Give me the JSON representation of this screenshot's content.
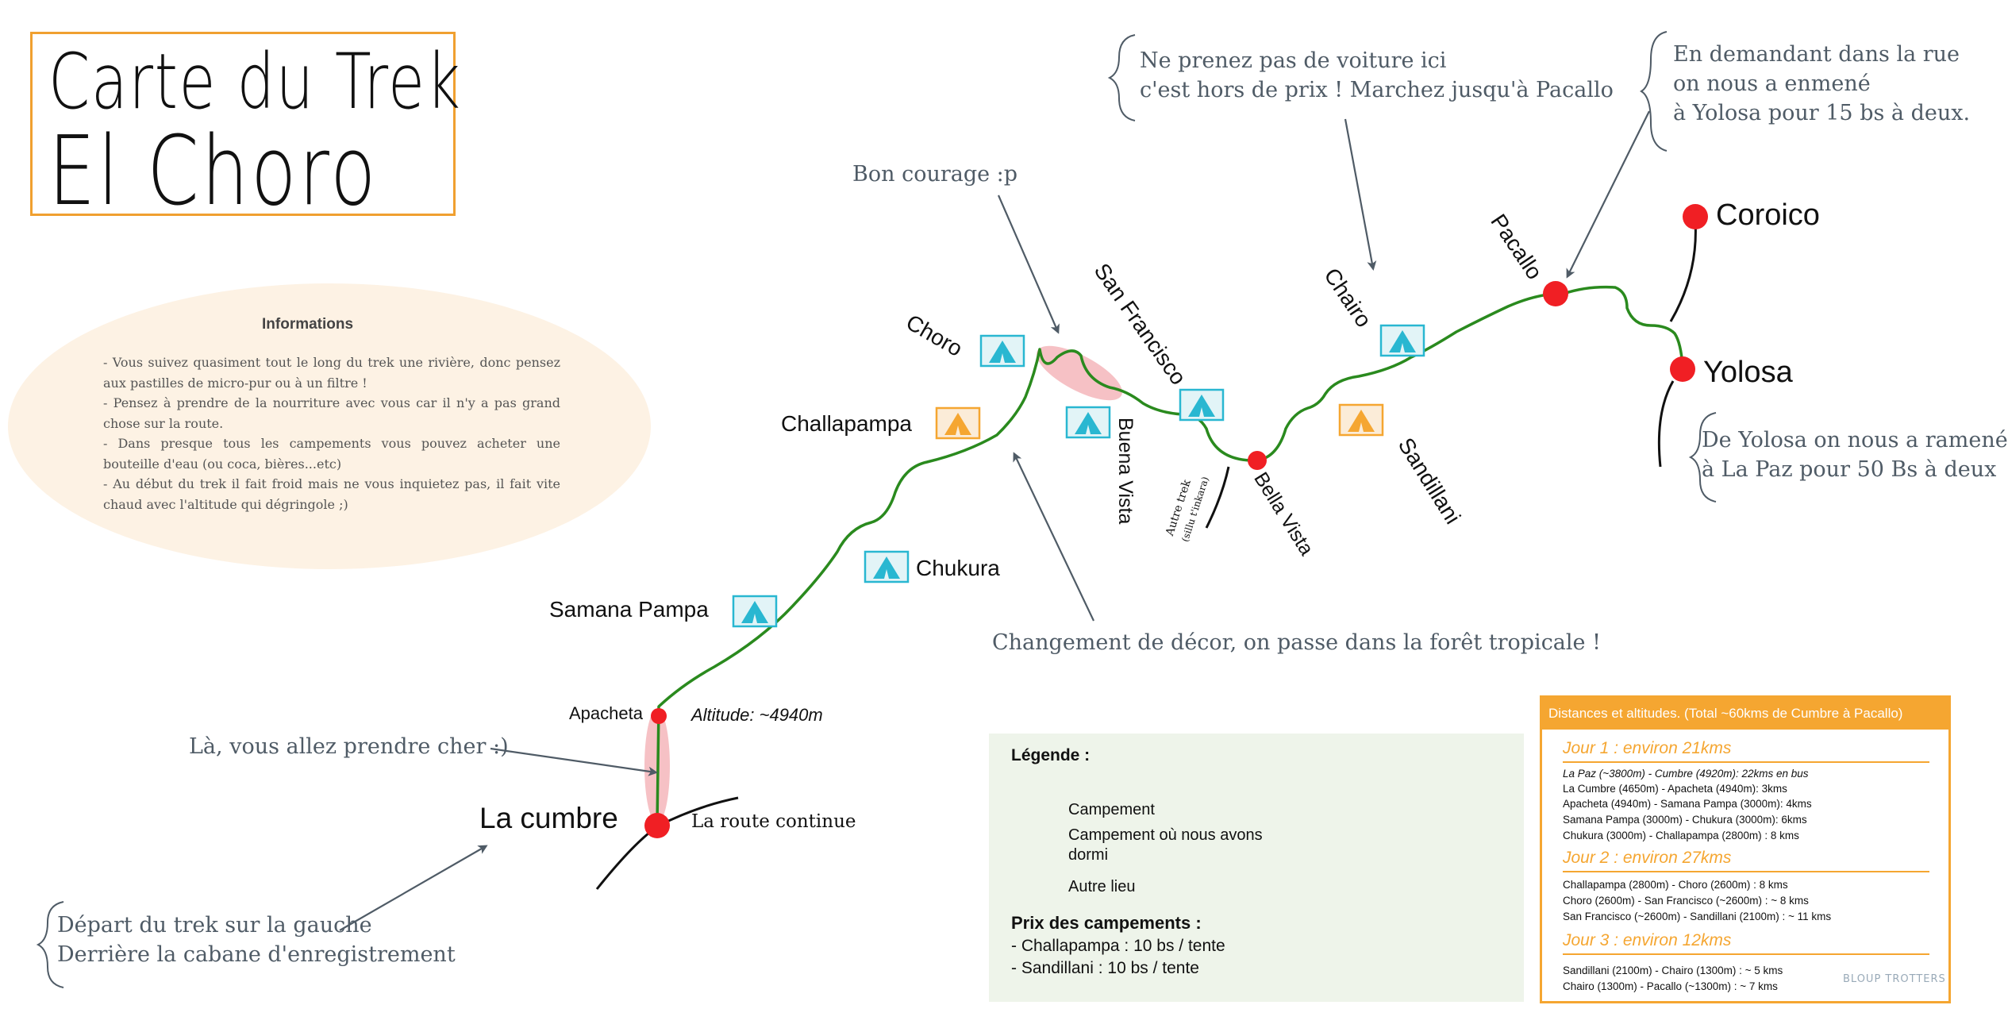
{
  "title": {
    "line1": "Carte du Trek",
    "line2": "El Choro"
  },
  "colors": {
    "route": "#2a8a1e",
    "place_dot": "#f01f24",
    "camp_blue": "#29b7d1",
    "camp_orange": "#f5a631",
    "legend_bg": "#eef4ea",
    "accent": "#f5a631"
  },
  "info": {
    "title": "Informations",
    "lines": [
      "- Vous suivez quasiment tout le long du trek une rivière, donc pensez aux pastilles de micro-pur ou à un filtre !",
      "- Pensez à prendre de la nourriture avec vous car il n'y a pas grand chose sur la route.",
      "- Dans presque tous les campements vous pouvez acheter une bouteille d'eau (ou coca, bières...etc)",
      "- Au début du trek il fait froid mais ne vous inquietez pas, il fait vite chaud avec l'altitude qui dégringole ;)"
    ]
  },
  "places": {
    "la_cumbre": "La cumbre",
    "apacheta": "Apacheta",
    "altitude": "Altitude: ~4940m",
    "route_continue": "La route continue",
    "samana_pampa": "Samana Pampa",
    "chukura": "Chukura",
    "challapampa": "Challapampa",
    "choro": "Choro",
    "buena_vista": "Buena Vista",
    "san_francisco": "San Francisco",
    "bella_vista": "Bella Vista",
    "autre_trek": "Autre trek",
    "autre_trek_sub": "(sillu t'inkara)",
    "chairo": "Chairo",
    "sandillani": "Sandillani",
    "pacallo": "Pacallo",
    "coroico": "Coroico",
    "yolosa": "Yolosa"
  },
  "notes": {
    "bon_courage": "Bon courage :p",
    "voiture": [
      "Ne prenez pas de voiture ici",
      "c'est hors de prix ! Marchez jusqu'à Pacallo"
    ],
    "demandant": [
      "En demandant dans la rue",
      "on nous a enmené",
      "à Yolosa pour 15 bs à deux."
    ],
    "yolosa_retour": [
      "De Yolosa on nous a ramené",
      "à La Paz pour 50 Bs à deux"
    ],
    "decor": "Changement de décor, on passe dans la forêt tropicale !",
    "prendre_cher": "Là, vous allez prendre cher :)",
    "depart": [
      "Départ du trek sur la gauche",
      "Derrière la cabane d'enregistrement"
    ]
  },
  "legend": {
    "title": "Légende :",
    "camp": "Campement",
    "camp_slept": [
      "Campement où nous avons",
      "dormi"
    ],
    "other": "Autre lieu",
    "prices_title": "Prix des campements :",
    "prices": [
      "- Challapampa : 10 bs / tente",
      "- Sandillani : 10 bs / tente"
    ]
  },
  "distances": {
    "header": "Distances et altitudes. (Total ~60kms de Cumbre à Pacallo)",
    "days": [
      {
        "title": "Jour 1 : environ 21kms",
        "rows": [
          "La Paz (~3800m) - Cumbre (4920m): 22kms en bus",
          "La Cumbre (4650m) - Apacheta (4940m): 3kms",
          "Apacheta (4940m) - Samana Pampa (3000m): 4kms",
          "Samana Pampa (3000m) - Chukura (3000m): 6kms",
          "Chukura (3000m) - Challapampa (2800m) : 8 kms"
        ]
      },
      {
        "title": "Jour 2 : environ 27kms",
        "rows": [
          "Challapampa (2800m) - Choro (2600m) : 8 kms",
          "Choro (2600m) - San Francisco (~2600m) : ~ 8 kms",
          "San Francisco (~2600m) - Sandillani (2100m) : ~ 11 kms"
        ]
      },
      {
        "title": "Jour 3 : environ 12kms",
        "rows": [
          "Sandillani (2100m) - Chairo (1300m) : ~ 5 kms",
          "Chairo (1300m) - Pacallo (~1300m) : ~ 7 kms"
        ]
      }
    ],
    "watermark": "BLOUP TROTTERS"
  }
}
